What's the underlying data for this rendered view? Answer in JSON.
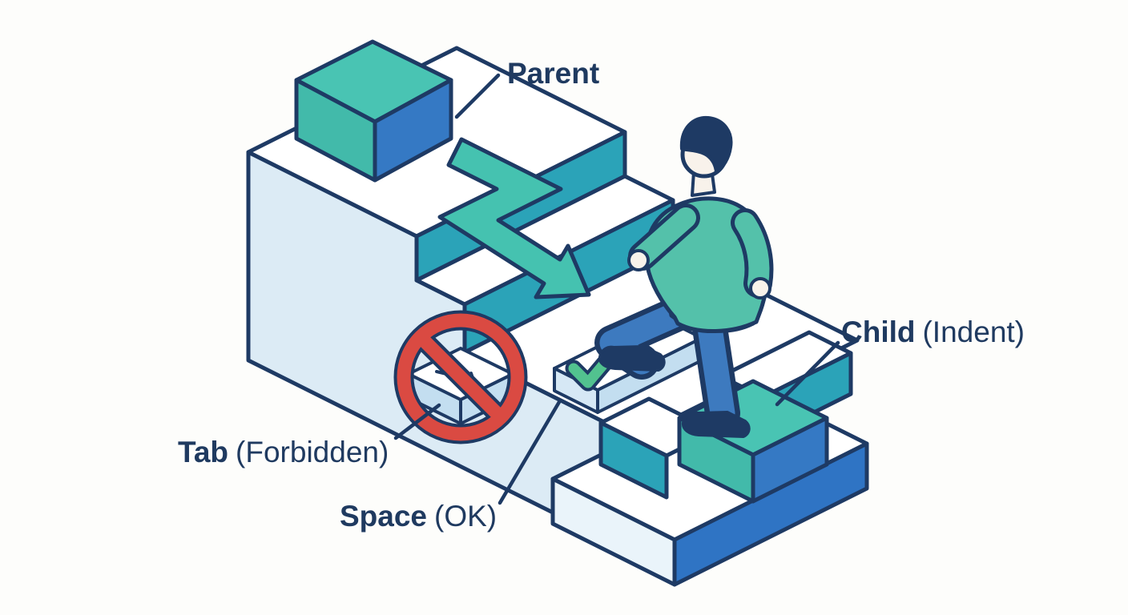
{
  "illustration": {
    "labels": {
      "parent": {
        "name": "Parent"
      },
      "child": {
        "name": "Child",
        "qualifier": "(Indent)"
      },
      "tab": {
        "name": "Tab",
        "qualifier": "(Forbidden)"
      },
      "space": {
        "name": "Space",
        "qualifier": "(OK)"
      }
    },
    "icons": {
      "forbidden": "no-entry-icon",
      "ok": "checkmark-icon",
      "flow": "zigzag-down-arrow-icon",
      "tab_key": "tab-key-icon",
      "space_key": "space-bar-icon"
    },
    "colors": {
      "outline_navy": "#1E3A64",
      "label_navy": "#1F3A60",
      "teal_top": "#49C4B3",
      "teal_face": "#42BAAA",
      "blue_face": "#3579C4",
      "riser_teal": "#2BA3B8",
      "side_light_blue": "#DCEBF5",
      "surface_white": "#FFFFFF",
      "base_blue": "#2F74C4",
      "key_side_blue": "#C3DEF0",
      "arrow_teal": "#45C2B0",
      "forbidden_red": "#DA4A42",
      "ok_green": "#52C28F",
      "sweater_teal": "#54C1AA",
      "pants_blue": "#3D7ABF",
      "skin": "#F8F2EB",
      "background": "#FDFDFB"
    }
  }
}
